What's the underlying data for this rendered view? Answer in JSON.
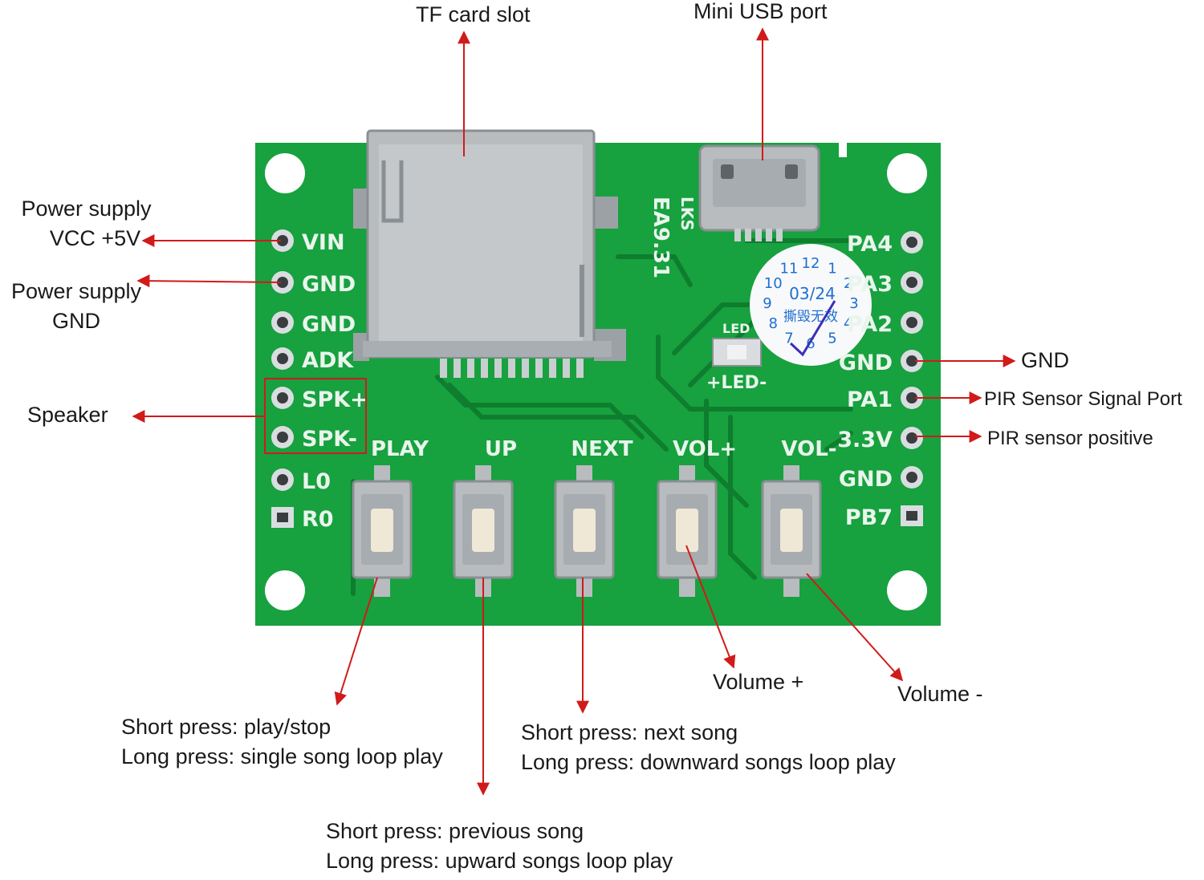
{
  "colors": {
    "pcb": "#17a13f",
    "pcb_dark": "#118a34",
    "trace": "#0f7d2e",
    "silk": "#e9f5ec",
    "metal": "#b8bcbf",
    "metal_dark": "#8a8f93",
    "arrow": "#d11a1a",
    "sticker_ink": "#1f6fd1"
  },
  "annotations": {
    "tf_card": "TF card slot",
    "mini_usb": "Mini USB port",
    "power_vcc_1": "Power supply",
    "power_vcc_2": "VCC +5V",
    "power_gnd_1": "Power supply",
    "power_gnd_2": "GND",
    "speaker": "Speaker",
    "gnd_right": "GND",
    "pir_signal": "PIR Sensor Signal Port",
    "pir_positive": "PIR sensor positive",
    "volume_plus": "Volume +",
    "volume_minus": "Volume -",
    "play_1": "Short press: play/stop",
    "play_2": "Long press: single song loop play",
    "next_1": "Short press: next song",
    "next_2": "Long press: downward songs loop play",
    "up_1": "Short press: previous song",
    "up_2": "Long press: upward songs loop play"
  },
  "board": {
    "left_pins": [
      "VIN",
      "GND",
      "GND",
      "ADK",
      "SPK+",
      "SPK-",
      "L0",
      "R0"
    ],
    "right_pins": [
      "PA4",
      "PA3",
      "PA2",
      "GND",
      "PA1",
      "3.3V",
      "GND",
      "PB7"
    ],
    "buttons": [
      "PLAY",
      "UP",
      "NEXT",
      "VOL+",
      "VOL-"
    ],
    "chip_text_1": "EA9.31",
    "chip_text_2": "LKS",
    "led_top": "LED",
    "led_bottom": "+LED-",
    "sticker_numbers": [
      "12",
      "1",
      "2",
      "3",
      "4",
      "5",
      "6",
      "7",
      "8",
      "9",
      "10",
      "11"
    ],
    "sticker_date": "03/24",
    "sticker_text": "撕毁无效"
  }
}
